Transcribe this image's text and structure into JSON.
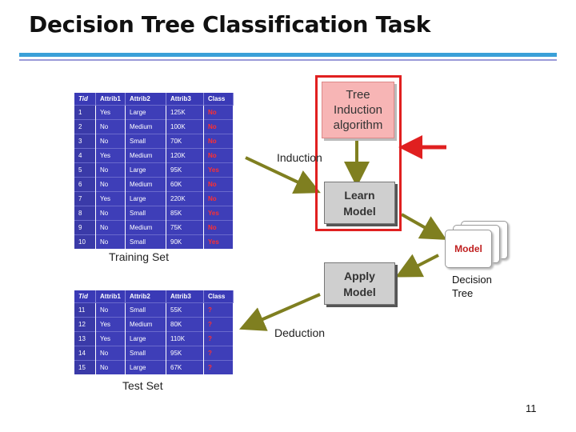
{
  "title": "Decision Tree Classification Task",
  "training_set": {
    "caption": "Training Set",
    "headers": [
      "Tid",
      "Attrib1",
      "Attrib2",
      "Attrib3",
      "Class"
    ],
    "rows": [
      [
        "1",
        "Yes",
        "Large",
        "125K",
        "No"
      ],
      [
        "2",
        "No",
        "Medium",
        "100K",
        "No"
      ],
      [
        "3",
        "No",
        "Small",
        "70K",
        "No"
      ],
      [
        "4",
        "Yes",
        "Medium",
        "120K",
        "No"
      ],
      [
        "5",
        "No",
        "Large",
        "95K",
        "Yes"
      ],
      [
        "6",
        "No",
        "Medium",
        "60K",
        "No"
      ],
      [
        "7",
        "Yes",
        "Large",
        "220K",
        "No"
      ],
      [
        "8",
        "No",
        "Small",
        "85K",
        "Yes"
      ],
      [
        "9",
        "No",
        "Medium",
        "75K",
        "No"
      ],
      [
        "10",
        "No",
        "Small",
        "90K",
        "Yes"
      ]
    ]
  },
  "test_set": {
    "caption": "Test Set",
    "headers": [
      "Tid",
      "Attrib1",
      "Attrib2",
      "Attrib3",
      "Class"
    ],
    "rows": [
      [
        "11",
        "No",
        "Small",
        "55K",
        "?"
      ],
      [
        "12",
        "Yes",
        "Medium",
        "80K",
        "?"
      ],
      [
        "13",
        "Yes",
        "Large",
        "110K",
        "?"
      ],
      [
        "14",
        "No",
        "Small",
        "95K",
        "?"
      ],
      [
        "15",
        "No",
        "Large",
        "67K",
        "?"
      ]
    ]
  },
  "tree_induction_box": {
    "line1": "Tree",
    "line2": "Induction",
    "line3": "algorithm"
  },
  "learn_model_box": {
    "line1": "Learn",
    "line2": "Model"
  },
  "apply_model_box": {
    "line1": "Apply",
    "line2": "Model"
  },
  "model_card": {
    "label": "Model"
  },
  "decision_tree_caption": {
    "line1": "Decision",
    "line2": "Tree"
  },
  "induction_label": "Induction",
  "deduction_label": "Deduction",
  "page_number": "11",
  "colors": {
    "arrow": "#7f7f20",
    "highlight": "#e02020",
    "table_header": "#3a3ab6",
    "table_body": "#3e3eb8",
    "class_text": "#ff3030",
    "accent_rule": "#3aa0d8"
  }
}
